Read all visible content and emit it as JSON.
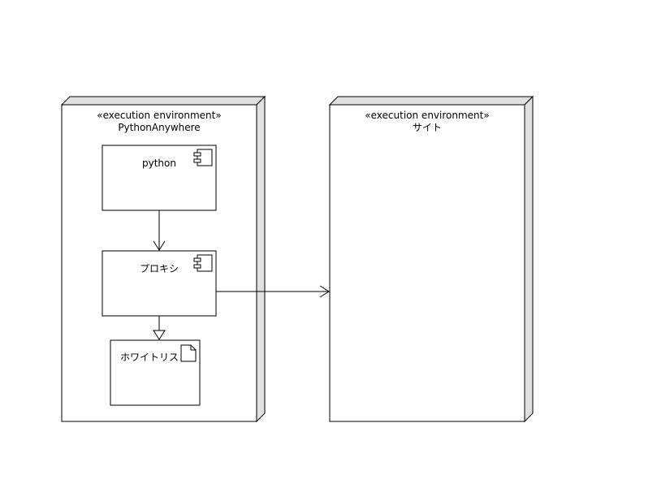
{
  "nodes": [
    {
      "id": "pythonanywhere",
      "stereotype": "«execution environment»",
      "name": "PythonAnywhere"
    },
    {
      "id": "site",
      "stereotype": "«execution environment»",
      "name": "サイト"
    }
  ],
  "components": [
    {
      "id": "python",
      "label": "python",
      "icon": "component-icon"
    },
    {
      "id": "proxy",
      "label": "プロキシ",
      "icon": "component-icon"
    }
  ],
  "artifacts": [
    {
      "id": "whitelist",
      "label": "ホワイトリスト",
      "icon": "document-icon"
    }
  ],
  "relations": [
    {
      "from": "python",
      "to": "proxy",
      "kind": "dependency"
    },
    {
      "from": "proxy",
      "to": "whitelist",
      "kind": "realization"
    },
    {
      "from": "proxy",
      "to": "site",
      "kind": "dependency"
    }
  ],
  "colors": {
    "stroke": "#000000",
    "node_side": "#e0e0e0",
    "fill": "#ffffff"
  }
}
